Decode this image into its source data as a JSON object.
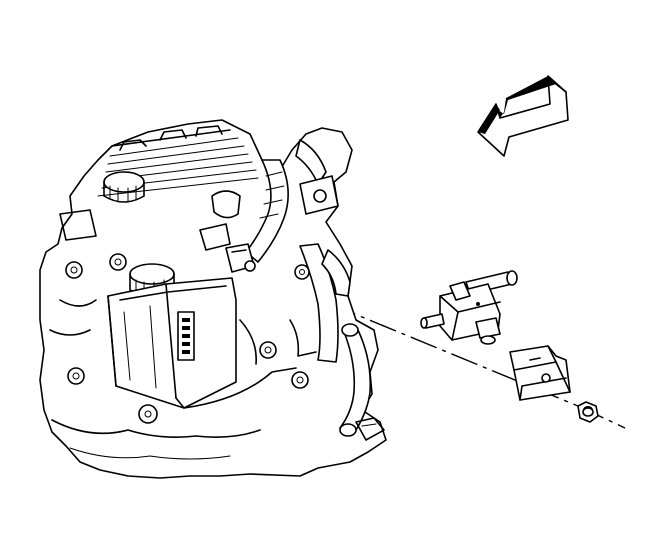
{
  "diagram": {
    "components": [
      {
        "name": "engine-assembly",
        "icon": "engine-illustration"
      },
      {
        "name": "vacuum-solenoid-valve",
        "icon": "solenoid-valve-illustration"
      },
      {
        "name": "mounting-bracket",
        "icon": "bracket-illustration"
      },
      {
        "name": "retaining-nut",
        "icon": "nut-illustration"
      }
    ],
    "indicators": [
      {
        "name": "forward-direction-arrow",
        "icon": "arrow-icon"
      },
      {
        "name": "installation-centerline",
        "icon": "dash-dot-line"
      }
    ],
    "colors": {
      "ink": "#000000",
      "paper": "#ffffff"
    }
  }
}
